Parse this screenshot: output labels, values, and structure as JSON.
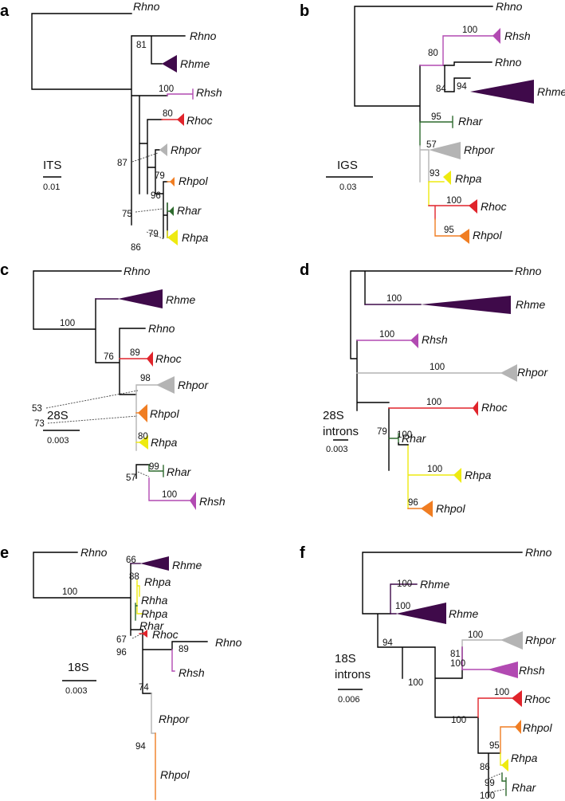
{
  "colors": {
    "black": "#000000",
    "purple": "#3f0a4a",
    "pink": "#b24ab2",
    "red": "#e0242b",
    "grey": "#b4b4b4",
    "orange": "#f07d22",
    "green": "#2d6a2d",
    "yellow": "#eeea10"
  },
  "panels": {
    "a": {
      "label": "a",
      "scale_name": "ITS",
      "scale_value": "0.01",
      "taxa": [
        "Rhno",
        "Rhno",
        "Rhme",
        "Rhsh",
        "Rhoc",
        "Rhpor",
        "Rhpol",
        "Rhar",
        "Rhpa"
      ],
      "support": [
        "81",
        "100",
        "80",
        "87",
        "79",
        "96",
        "75",
        "79",
        "86"
      ]
    },
    "b": {
      "label": "b",
      "scale_name": "IGS",
      "scale_value": "0.03",
      "taxa": [
        "Rhno",
        "Rhsh",
        "Rhno",
        "Rhme",
        "Rhar",
        "Rhpor",
        "Rhpa",
        "Rhoc",
        "Rhpol"
      ],
      "support": [
        "100",
        "80",
        "84",
        "94",
        "95",
        "57",
        "93",
        "100",
        "95"
      ]
    },
    "c": {
      "label": "c",
      "scale_name": "28S",
      "scale_value": "0.003",
      "taxa": [
        "Rhno",
        "Rhme",
        "Rhno",
        "Rhoc",
        "Rhpor",
        "Rhpol",
        "Rhpa",
        "Rhar",
        "Rhsh"
      ],
      "support": [
        "100",
        "76",
        "89",
        "98",
        "53",
        "73",
        "80",
        "99",
        "57",
        "100"
      ]
    },
    "d": {
      "label": "d",
      "scale_name_1": "28S",
      "scale_name_2": "introns",
      "scale_value": "0.003",
      "taxa": [
        "Rhno",
        "Rhme",
        "Rhsh",
        "Rhpor",
        "Rhoc",
        "Rhar",
        "Rhpa",
        "Rhpol"
      ],
      "support": [
        "100",
        "100",
        "100",
        "100",
        "79",
        "100",
        "100",
        "96"
      ]
    },
    "e": {
      "label": "e",
      "scale_name": "18S",
      "scale_value": "0.003",
      "taxa": [
        "Rhno",
        "Rhme",
        "Rhpa",
        "Rhha",
        "Rhpa",
        "Rhar",
        "Rhoc",
        "Rhno",
        "Rhsh",
        "Rhpor",
        "Rhpol"
      ],
      "support": [
        "100",
        "66",
        "88",
        "67",
        "96",
        "89",
        "74",
        "94"
      ]
    },
    "f": {
      "label": "f",
      "scale_name_1": "18S",
      "scale_name_2": "introns",
      "scale_value": "0.006",
      "taxa": [
        "Rhno",
        "Rhme",
        "Rhme",
        "Rhpor",
        "Rhsh",
        "Rhoc",
        "Rhpol",
        "Rhpa",
        "Rhar"
      ],
      "support": [
        "100",
        "94",
        "100",
        "81",
        "100",
        "100",
        "100",
        "100",
        "100",
        "95",
        "86",
        "99",
        "100"
      ]
    }
  }
}
